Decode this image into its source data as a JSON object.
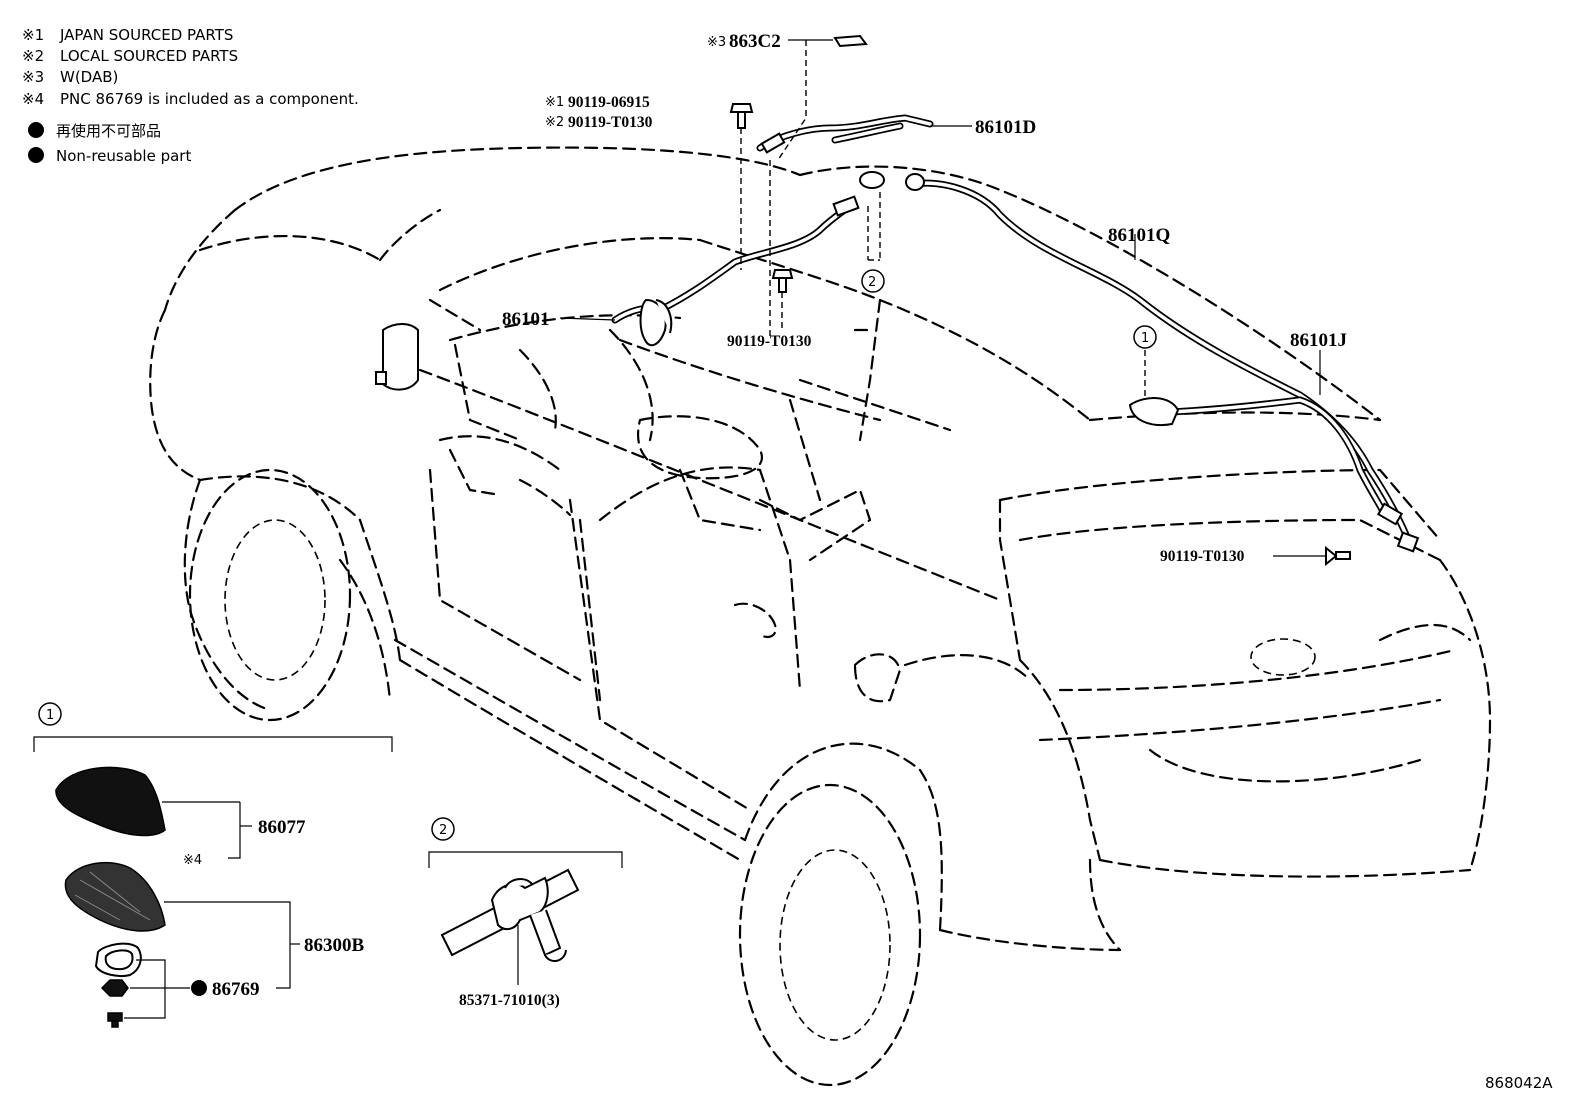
{
  "notes": [
    {
      "mark": "※1",
      "text": "JAPAN SOURCED PARTS"
    },
    {
      "mark": "※2",
      "text": "LOCAL SOURCED PARTS"
    },
    {
      "mark": "※3",
      "text": "W(DAB)"
    },
    {
      "mark": "※4",
      "text": "PNC 86769 is included as a component."
    }
  ],
  "legend": {
    "jp": "再使用不可部品",
    "en": "Non-reusable part"
  },
  "callouts": {
    "top_mark": "※3",
    "c863C2": "863C2",
    "m1": "※1",
    "p1": "90119-06915",
    "m2": "※2",
    "p2": "90119-T0130",
    "c86101D": "86101D",
    "c86101": "86101",
    "c90119_mid": "90119-T0130",
    "c86101Q": "86101Q",
    "c86101J": "86101J",
    "c90119_rear": "90119-T0130",
    "ref1": "1",
    "ref2": "2"
  },
  "groups": {
    "g1": {
      "ref": "1",
      "p86077": "86077",
      "note": "※4",
      "p86300B": "86300B",
      "p86769": "86769"
    },
    "g2": {
      "ref": "2",
      "p85371": "85371-71010(3)"
    }
  },
  "diagram_code": "868042A"
}
